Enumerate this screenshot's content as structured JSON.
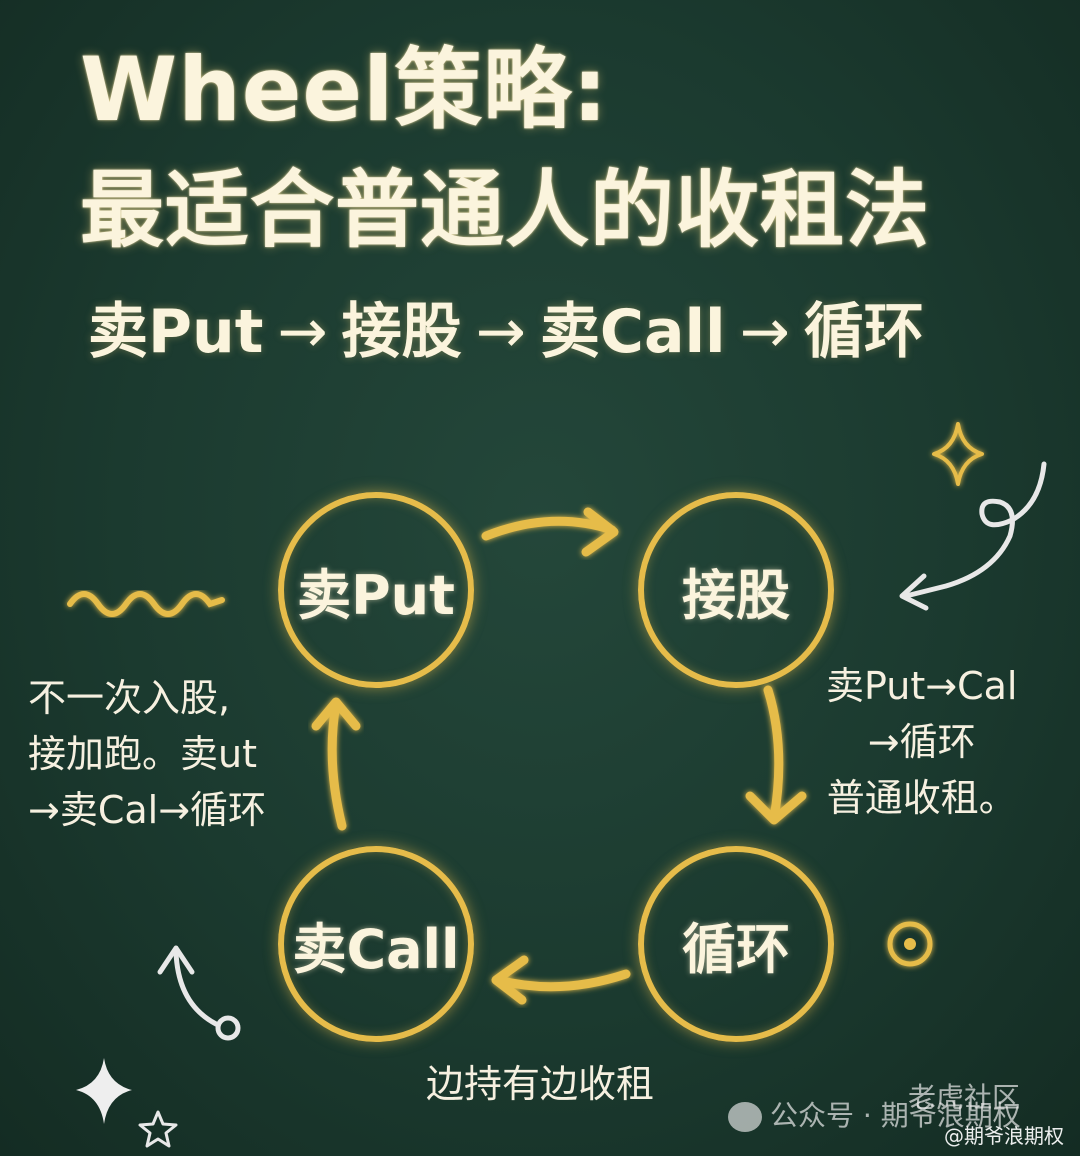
{
  "title": {
    "line1": "Wheel策略:",
    "line2": "最适合普通人的收租法"
  },
  "flow": {
    "step1": "卖Put",
    "step2": "接股",
    "step3": "卖Call",
    "step4": "循环",
    "arrow": "→"
  },
  "nodes": {
    "sell_put": "卖Put",
    "take_stock": "接股",
    "cycle": "循环",
    "sell_call": "卖Call"
  },
  "notes": {
    "left": [
      "不一次入股,",
      "接加跑。卖ut",
      "→卖Cal→循环"
    ],
    "right": [
      "卖Put→Cal",
      "→循环",
      "普通收租。"
    ],
    "bottom": "边持有边收租"
  },
  "watermark": {
    "community": "老虎社区",
    "account": "公众号 · 期爷浪期权",
    "handle": "@期爷浪期权"
  },
  "colors": {
    "background": "#1b3a2f",
    "gold": "#e6bc4a",
    "chalk": "#fbf4dd",
    "white_chalk": "#e8e8e8"
  }
}
